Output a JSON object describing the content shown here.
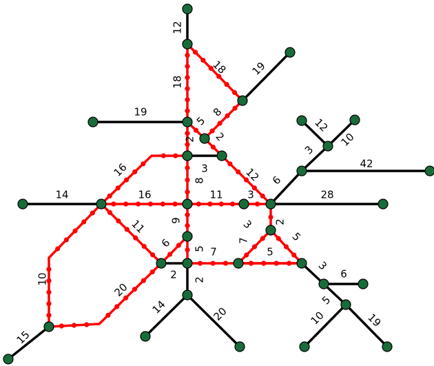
{
  "colors": {
    "background": "#ffffff",
    "tree_edge": "#000000",
    "path_edge": "#ff0000",
    "node_fill": "#1a6b3a",
    "node_stroke": "#000000"
  },
  "nodes": [
    "n0",
    "n1",
    "n2",
    "n3",
    "n4",
    "n5",
    "n6",
    "n7",
    "n8",
    "n9",
    "n10",
    "n11",
    "n12",
    "n13",
    "n14",
    "n15",
    "n16",
    "n17",
    "n18",
    "n19",
    "n20",
    "n21",
    "n22",
    "n23",
    "n24",
    "n25",
    "n26",
    "n27",
    "n28",
    "n29",
    "n30",
    "n31",
    "n32",
    "n33"
  ],
  "edges": [
    {
      "from": "n0",
      "to": "n1",
      "weight": "12",
      "highlighted": false
    },
    {
      "from": "n1",
      "to": "n4",
      "weight": "18",
      "highlighted": true
    },
    {
      "from": "n1",
      "to": "n3",
      "weight": "18",
      "highlighted": true
    },
    {
      "from": "n2",
      "to": "n3",
      "weight": "19",
      "highlighted": false
    },
    {
      "from": "n5",
      "to": "n4",
      "weight": "19",
      "highlighted": false
    },
    {
      "from": "n4",
      "to": "n7",
      "weight": "8",
      "highlighted": true
    },
    {
      "from": "n3",
      "to": "n7",
      "weight": "5",
      "highlighted": true
    },
    {
      "from": "n3",
      "to": "n10",
      "weight": "2",
      "highlighted": true
    },
    {
      "from": "n7",
      "to": "n11",
      "weight": "2",
      "highlighted": true
    },
    {
      "from": "n10",
      "to": "n11",
      "weight": "3",
      "highlighted": false
    },
    {
      "from": "n10",
      "to": "n17",
      "weight": "8",
      "highlighted": true
    },
    {
      "from": "n11",
      "to": "n18",
      "weight": "12",
      "highlighted": true
    },
    {
      "from": "n15",
      "to": "n10",
      "weight": "16",
      "highlighted": true
    },
    {
      "from": "n14",
      "to": "n15",
      "weight": "14",
      "highlighted": false
    },
    {
      "from": "n15",
      "to": "n17",
      "weight": "16",
      "highlighted": true
    },
    {
      "from": "n17",
      "to": "n16",
      "weight": "11",
      "highlighted": true
    },
    {
      "from": "n16",
      "to": "n18",
      "weight": "3",
      "highlighted": true
    },
    {
      "from": "n18",
      "to": "n19",
      "weight": "28",
      "highlighted": false
    },
    {
      "from": "n12",
      "to": "n18",
      "weight": "6",
      "highlighted": false
    },
    {
      "from": "n12",
      "to": "n13",
      "weight": "42",
      "highlighted": false
    },
    {
      "from": "n12",
      "to": "n9",
      "weight": "3",
      "highlighted": false
    },
    {
      "from": "n6",
      "to": "n9",
      "weight": "12",
      "highlighted": false
    },
    {
      "from": "n8",
      "to": "n9",
      "weight": "10",
      "highlighted": false
    },
    {
      "from": "n18",
      "to": "n20",
      "weight": "2",
      "highlighted": true
    },
    {
      "from": "n15",
      "to": "n22",
      "weight": "11",
      "highlighted": true
    },
    {
      "from": "n17",
      "to": "n21",
      "weight": "9",
      "highlighted": true
    },
    {
      "from": "n21",
      "to": "n22",
      "weight": "6",
      "highlighted": true
    },
    {
      "from": "n21",
      "to": "n23",
      "weight": "5",
      "highlighted": true
    },
    {
      "from": "n20",
      "to": "n24",
      "weight": "3",
      "highlighted": true
    },
    {
      "from": "n24",
      "to": "n25",
      "weight": "5",
      "highlighted": true
    },
    {
      "from": "n20",
      "to": "n25",
      "weight": "5",
      "highlighted": true
    },
    {
      "from": "n22",
      "to": "n23",
      "weight": "2",
      "highlighted": false
    },
    {
      "from": "n23",
      "to": "n24",
      "weight": "7",
      "highlighted": true
    },
    {
      "from": "n24",
      "to": "n25",
      "weight": "7",
      "highlighted": true
    },
    {
      "from": "n23",
      "to": "n28",
      "weight": "2",
      "highlighted": false
    },
    {
      "from": "n28",
      "to": "n31",
      "weight": "14",
      "highlighted": false
    },
    {
      "from": "n28",
      "to": "n32",
      "weight": "20",
      "highlighted": false
    },
    {
      "from": "n22",
      "to": "n30",
      "weight": "20",
      "highlighted": true
    },
    {
      "from": "n15",
      "to": "n30",
      "weight": "10",
      "highlighted": true
    },
    {
      "from": "n30",
      "to": "n33",
      "weight": "15",
      "highlighted": false
    },
    {
      "from": "n25",
      "to": "n26",
      "weight": "3",
      "highlighted": false
    },
    {
      "from": "n26",
      "to": "n27",
      "weight": "6",
      "highlighted": false
    },
    {
      "from": "n26",
      "to": "n29",
      "weight": "5",
      "highlighted": false
    },
    {
      "from": "n29",
      "to": "n34",
      "weight": "10",
      "highlighted": false
    },
    {
      "from": "n29",
      "to": "n35",
      "weight": "19",
      "highlighted": false
    }
  ]
}
